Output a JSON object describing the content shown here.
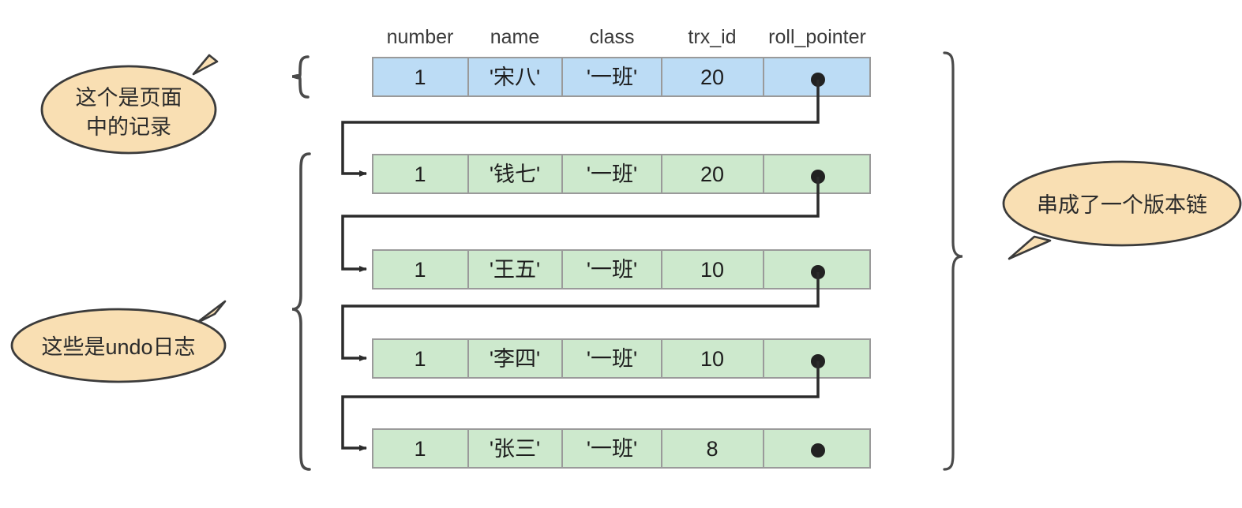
{
  "diagram": {
    "title": "MVCC undo log version chain",
    "colors": {
      "page_row_fill": "#bcdcf5",
      "undo_row_fill": "#cde9cd",
      "cell_border": "#9a9a9a",
      "callout_fill": "#f9dfb3",
      "callout_stroke": "#3b3b3b",
      "connector": "#2b2b2b",
      "text": "#1d1d1d",
      "header_text": "#3a3a3a"
    },
    "table": {
      "columns": [
        {
          "key": "number",
          "label": "number"
        },
        {
          "key": "name",
          "label": "name"
        },
        {
          "key": "class",
          "label": "class"
        },
        {
          "key": "trx_id",
          "label": "trx_id"
        },
        {
          "key": "roll_pointer",
          "label": "roll_pointer"
        }
      ],
      "rows": [
        {
          "kind": "page-record",
          "number": "1",
          "name": "'宋八'",
          "class": "'一班'",
          "trx_id": "20",
          "roll_pointer": "pointer-dot"
        },
        {
          "kind": "undo-log",
          "number": "1",
          "name": "'钱七'",
          "class": "'一班'",
          "trx_id": "20",
          "roll_pointer": "pointer-dot"
        },
        {
          "kind": "undo-log",
          "number": "1",
          "name": "'王五'",
          "class": "'一班'",
          "trx_id": "10",
          "roll_pointer": "pointer-dot"
        },
        {
          "kind": "undo-log",
          "number": "1",
          "name": "'李四'",
          "class": "'一班'",
          "trx_id": "10",
          "roll_pointer": "pointer-dot"
        },
        {
          "kind": "undo-log",
          "number": "1",
          "name": "'张三'",
          "class": "'一班'",
          "trx_id": "8",
          "roll_pointer": "pointer-dot"
        }
      ]
    },
    "callouts": [
      {
        "id": "page-record-callout",
        "lines": [
          "这个是页面",
          "中的记录"
        ],
        "position": "left-top"
      },
      {
        "id": "undo-log-callout",
        "lines": [
          "这些是undo日志"
        ],
        "position": "left-bottom"
      },
      {
        "id": "version-chain-callout",
        "lines": [
          "串成了一个版本链"
        ],
        "position": "right"
      }
    ],
    "braces": [
      {
        "id": "page-record-brace",
        "side": "left",
        "spans": "page-record row"
      },
      {
        "id": "undo-log-brace",
        "side": "left",
        "spans": "undo log rows"
      },
      {
        "id": "version-chain-brace",
        "side": "right",
        "spans": "all rows"
      }
    ],
    "connectors": [
      {
        "from_row": 0,
        "to_row": 1,
        "label": "roll_pointer link"
      },
      {
        "from_row": 1,
        "to_row": 2,
        "label": "roll_pointer link"
      },
      {
        "from_row": 2,
        "to_row": 3,
        "label": "roll_pointer link"
      },
      {
        "from_row": 3,
        "to_row": 4,
        "label": "roll_pointer link"
      }
    ]
  }
}
